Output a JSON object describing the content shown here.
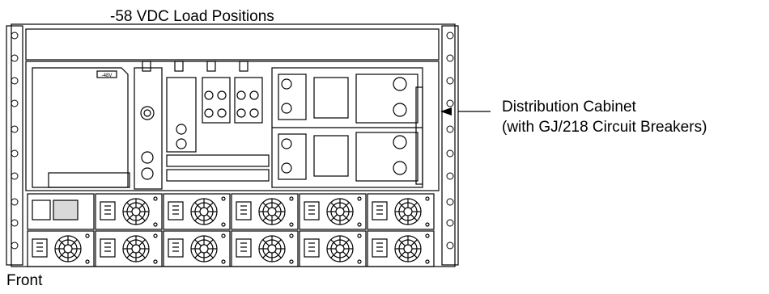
{
  "diagram": {
    "title": "-58 VDC Load Positions",
    "front_label": "Front",
    "callout": {
      "line1": "Distribution Cabinet",
      "line2": "(with GJ/218 Circuit Breakers)"
    },
    "voltage_tag": "-48V",
    "rectifier_rows": 2,
    "rectifier_slots_per_row": 6,
    "colors": {
      "stroke": "#000000",
      "background": "#ffffff",
      "shade": "#d9d9d9"
    }
  }
}
